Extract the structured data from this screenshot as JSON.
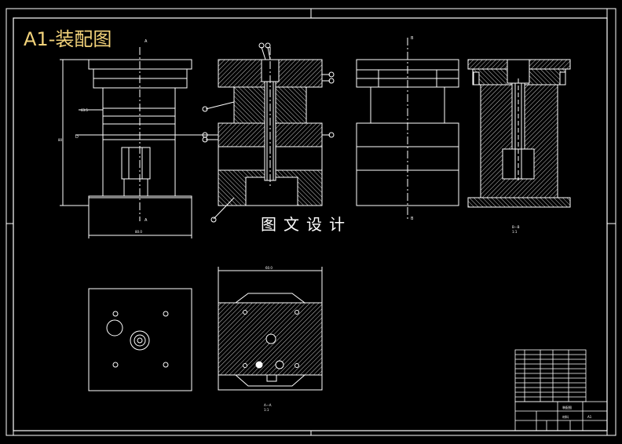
{
  "drawing": {
    "title": "A1-装配图",
    "watermark": "图文设计",
    "colors": {
      "background": "#000000",
      "line": "#ffffff",
      "title_text": "#f2d27a",
      "hatch": "#ffffff"
    }
  },
  "section_marks": {
    "view1_top": "A",
    "view1_bottom": "A",
    "view3_top": "B",
    "view3_bottom": "B",
    "view1_left": "D"
  },
  "views": {
    "view1_dim": "63.5",
    "view1_width_dim": "80.0",
    "view1_height_dim": "80",
    "plan_width_dim": "60.0",
    "section_label_1": "A—A",
    "section_label_1_scale": "1:1",
    "section_label_2": "B—B",
    "section_label_2_scale": "1:1"
  },
  "title_block": {
    "part_name": "装配图",
    "drawing_no": "A1",
    "material": "材料"
  }
}
